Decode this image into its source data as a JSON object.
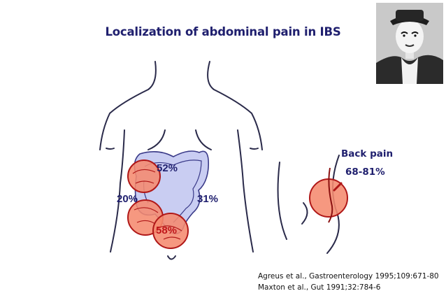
{
  "title": "Localization of abdominal pain in IBS",
  "regions": {
    "upper_left": "52%",
    "left": "20%",
    "right": "31%",
    "lower": "58%"
  },
  "back": {
    "title": "Back pain",
    "value": "68-81%"
  },
  "references": [
    "Agreus et al., Gastroenterology 1995;109:671-80",
    "Maxton et al., Gut 1991;32:784-6"
  ],
  "colors": {
    "title": "#1f1f6e",
    "pain_circle": "#f58a6e",
    "pain_outline": "#b01818",
    "colon": "#c9cdf2",
    "colon_outline": "#3a3a88"
  },
  "photo": {
    "icon": "mime-portrait"
  }
}
